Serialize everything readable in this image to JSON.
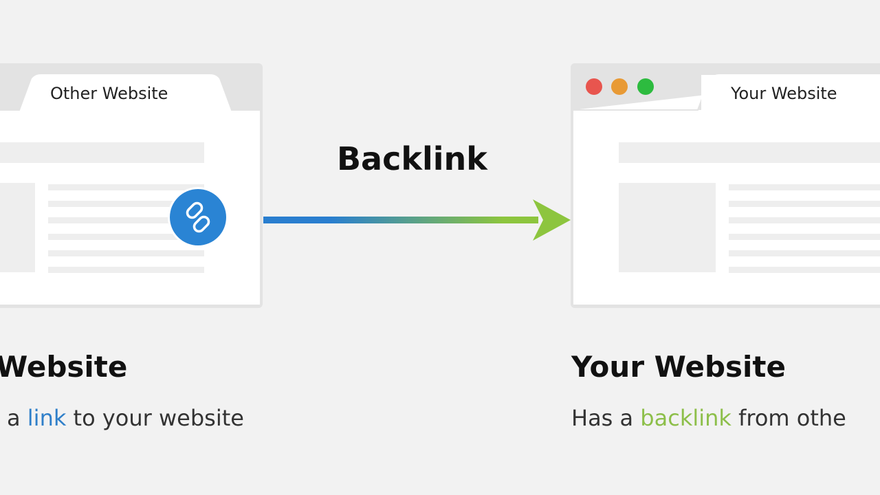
{
  "left_window": {
    "tab_label": "Other Website",
    "link_badge_icon": "link-icon"
  },
  "right_window": {
    "tab_label": "Your Website",
    "traffic_lights": [
      "#e8554e",
      "#e89a35",
      "#2dbb3f"
    ]
  },
  "arrow": {
    "label": "Backlink",
    "start_color": "#2a7fcf",
    "end_color": "#8dc53e"
  },
  "left_caption": {
    "heading": "Website",
    "text_before": "a ",
    "highlight": "link",
    "text_after": " to your website"
  },
  "right_caption": {
    "heading": "Your Website",
    "text_before": "Has a ",
    "highlight": "backlink",
    "text_after": " from othe"
  },
  "colors": {
    "background": "#f2f2f2",
    "link_blue": "#2f7fc9",
    "backlink_green": "#8dbf4a"
  }
}
